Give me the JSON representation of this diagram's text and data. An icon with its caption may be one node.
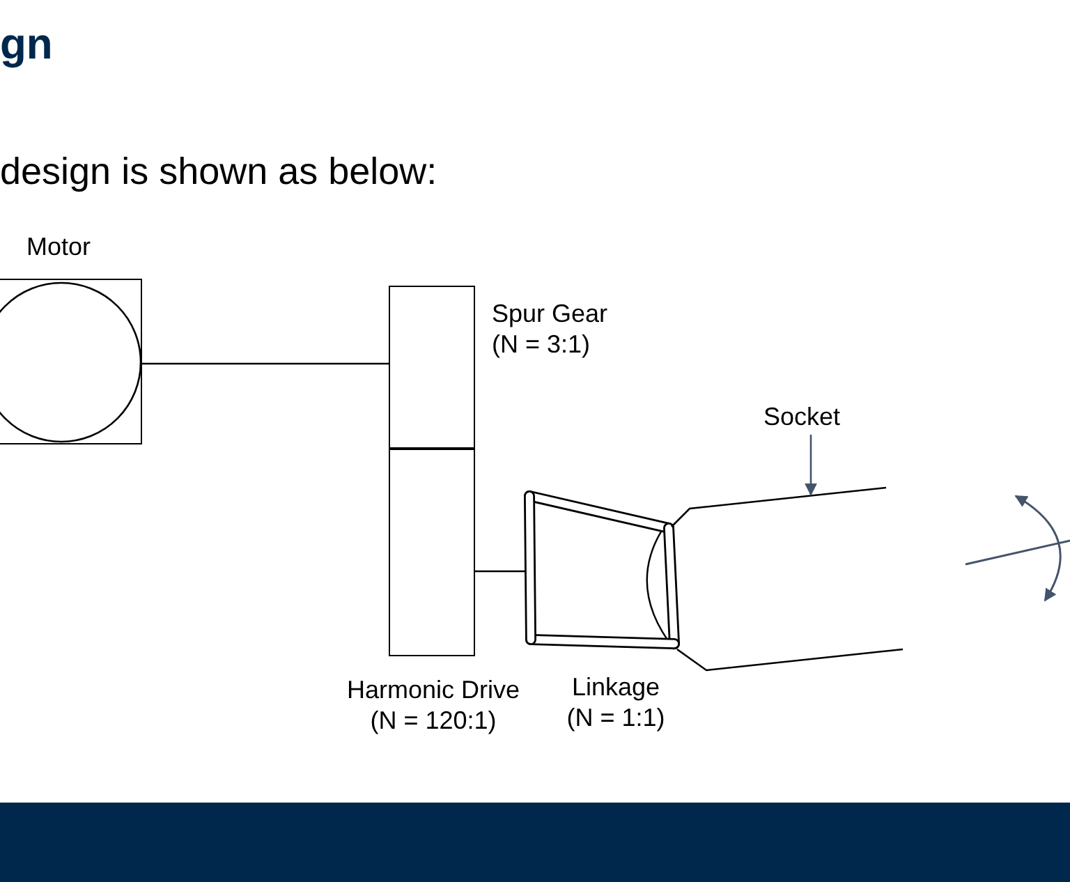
{
  "diagram": {
    "title": "gn",
    "nodes": [
      {
        "text": [
          "Motor"
        ]
      },
      {
        "text": [
          "Spur Gear (N = 3:1)"
        ]
      },
      {
        "text": [
          "Harmonic Drive (N = 120:1)"
        ]
      },
      {
        "text": [
          "Linkage (N = 1:1)"
        ]
      },
      {
        "text": [
          "Socket"
        ]
      },
      {
        "text": [],
        "shape": "box"
      }
    ],
    "edges": [
      {
        "from": 0,
        "to": 1,
        "arrow": "none"
      },
      {
        "from": 2,
        "to": 3,
        "arrow": "none"
      },
      {
        "from": 4,
        "to": 5,
        "arrow": "to",
        "color": "#44546a"
      }
    ],
    "labels": [
      "design is shown as below:"
    ]
  }
}
